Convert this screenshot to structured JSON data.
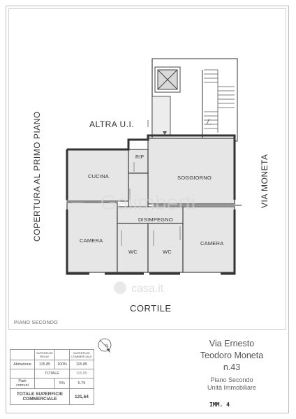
{
  "rooms": {
    "cucina": "CUCINA",
    "rip": "RIP",
    "soggiorno": "SOGGIORNO",
    "disimpegno": "DISIMPEGNO",
    "camera_left": "CAMERA",
    "wc_left": "WC",
    "wc_right": "WC",
    "camera_right": "CAMERA"
  },
  "surroundings": {
    "top": "ALTRA U.I.",
    "left": "COPERTURA AL PRIMO PIANO",
    "right": "VIA MONETA",
    "bottom": "CORTILE"
  },
  "floor_label": "PIANO SECONDO",
  "table": {
    "headers": [
      "",
      "SUPERFICIE REALE",
      "",
      "SUPERFICIE COMMERCIALE"
    ],
    "rows": [
      [
        "Abitazione",
        "115.85",
        "100%",
        "115.85"
      ],
      [
        "",
        "TOTALE",
        "",
        "115.85"
      ],
      [
        "Parti comuni",
        "",
        "5%",
        "5.79"
      ]
    ],
    "total_label": "TOTALE SUPERFICIE COMMERCIALE",
    "total_value": "121,64"
  },
  "address": {
    "line1": "Via Ernesto",
    "line2": "Teodoro Moneta",
    "line3": "n.43",
    "line4": "Piano Secondo",
    "line5": "Unità Immobiliare"
  },
  "sheet_id": "IMM. 4",
  "colors": {
    "room_fill": "#e6e6e6",
    "wall": "#444444",
    "line": "#555555"
  },
  "icons": {
    "north": "north-arrow-icon",
    "lift": "lift-icon",
    "stairs": "stairs-icon"
  }
}
